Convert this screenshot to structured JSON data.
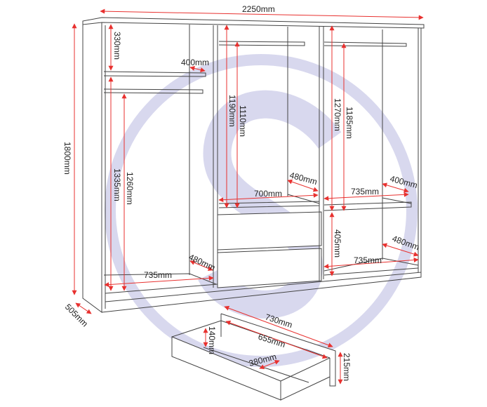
{
  "diagram": {
    "subject": "Wardrobe dimensions",
    "colors": {
      "outline": "#444444",
      "dimension_arrow": "#e8312f",
      "watermark": "#d8d8ee",
      "text": "#222222"
    },
    "overall": {
      "width": "2250mm",
      "height": "1800mm",
      "depth": "505mm"
    },
    "left_section": {
      "top_shelf_gap": "330mm",
      "shelf_depth": "400mm",
      "shelf_to_base": "1335mm",
      "rail_to_base": "1260mm",
      "base_depth": "480mm",
      "base_width": "735mm"
    },
    "middle_section": {
      "top_to_shelf": "1190mm",
      "rail_to_shelf": "1110mm",
      "shelf_depth": "480mm",
      "shelf_width": "700mm"
    },
    "right_section": {
      "top_to_shelf": "1270mm",
      "rail_to_shelf": "1185mm",
      "shelf_depth": "400mm",
      "shelf_width": "735mm",
      "lower_height": "405mm",
      "base_depth": "480mm",
      "base_width": "735mm"
    },
    "drawer": {
      "outer_length": "730mm",
      "inner_length": "655mm",
      "inner_width": "380mm",
      "inner_height": "140mm",
      "front_height": "215mm"
    }
  }
}
